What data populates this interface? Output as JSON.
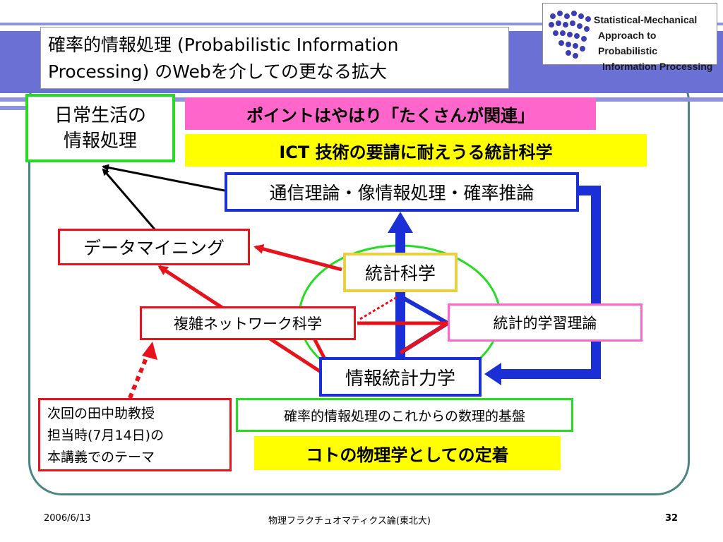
{
  "header": {
    "title_line1": "確率的情報処理 (Probabilistic Information",
    "title_line2": "Processing) のWebを介しての更なる拡大",
    "logo_lines": [
      "Statistical-Mechanical",
      "Approach to Probabilistic",
      "Information Processing"
    ]
  },
  "boxes": {
    "daily_line1": "日常生活の",
    "daily_line2": "情報処理",
    "point": "ポイントはやはり「たくさんが関連」",
    "ict": "ICT 技術の要請に耐えうる統計科学",
    "comm": "通信理論・像情報処理・確率推論",
    "datamining": "データマイニング",
    "stats": "統計科学",
    "network": "複雑ネットワーク科学",
    "learning": "統計的学習理論",
    "infostat": "情報統計力学",
    "next_line1": "次回の田中助教授",
    "next_line2": "担当時(7月14日)の",
    "next_line3": "本講義でのテーマ",
    "foundation": "確率的情報処理のこれからの数理的基盤",
    "koto": "コトの物理学としての定着"
  },
  "footer": {
    "date": "2006/6/13",
    "course": "物理フラクチュオマティクス論(東北大)",
    "page": "32"
  },
  "colors": {
    "blue": "#1a2fd6",
    "red": "#e8121c",
    "green": "#22dd22",
    "pink": "#ff66cc",
    "yellow": "#ffff00",
    "frame": "#4a8484",
    "stripe": "#6b70d4"
  }
}
